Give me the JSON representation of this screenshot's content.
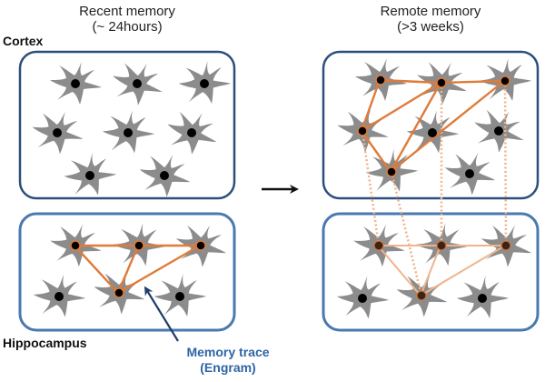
{
  "columns": {
    "recent": {
      "title": "Recent memory",
      "subtitle": "(~ 24hours)"
    },
    "remote": {
      "title": "Remote memory",
      "subtitle": "(>3 weeks)"
    }
  },
  "regions": {
    "cortex": "Cortex",
    "hippocampus": "Hippocampus"
  },
  "annotation": {
    "line1": "Memory trace",
    "line2": "(Engram)"
  },
  "colors": {
    "cortex_box": "#2b4f7c",
    "hippocampus_box": "#4a78b0",
    "neuron_body": "#8c8c8c",
    "nucleus": "#000000",
    "engram_strong": "#e07b39",
    "engram_faint": "#f0b48c",
    "annotation": "#2e64a6",
    "arrow": "#111111"
  },
  "panels": [
    {
      "id": "recent-cortex",
      "neurons": 8,
      "engram_nodes": [],
      "engram_links": []
    },
    {
      "id": "recent-hippocampus",
      "neurons": 6,
      "engram_nodes": [
        0,
        1,
        2,
        4
      ],
      "engram_links": [
        [
          0,
          1
        ],
        [
          1,
          2
        ],
        [
          0,
          4
        ],
        [
          1,
          4
        ],
        [
          2,
          4
        ]
      ]
    },
    {
      "id": "remote-cortex",
      "neurons": 8,
      "engram_nodes": [
        0,
        1,
        2,
        3,
        6
      ],
      "engram_links": [
        [
          0,
          1
        ],
        [
          1,
          2
        ],
        [
          0,
          3
        ],
        [
          3,
          1
        ],
        [
          3,
          6
        ],
        [
          6,
          1
        ],
        [
          6,
          2
        ]
      ]
    },
    {
      "id": "remote-hippocampus",
      "neurons": 6,
      "engram_nodes": [
        0,
        1,
        2,
        4
      ],
      "engram_links": [
        [
          0,
          1
        ],
        [
          1,
          2
        ],
        [
          0,
          4
        ],
        [
          1,
          4
        ],
        [
          2,
          4
        ]
      ]
    }
  ],
  "cross_links": [
    [
      3,
      0
    ],
    [
      6,
      4
    ],
    [
      1,
      1
    ],
    [
      2,
      2
    ]
  ]
}
